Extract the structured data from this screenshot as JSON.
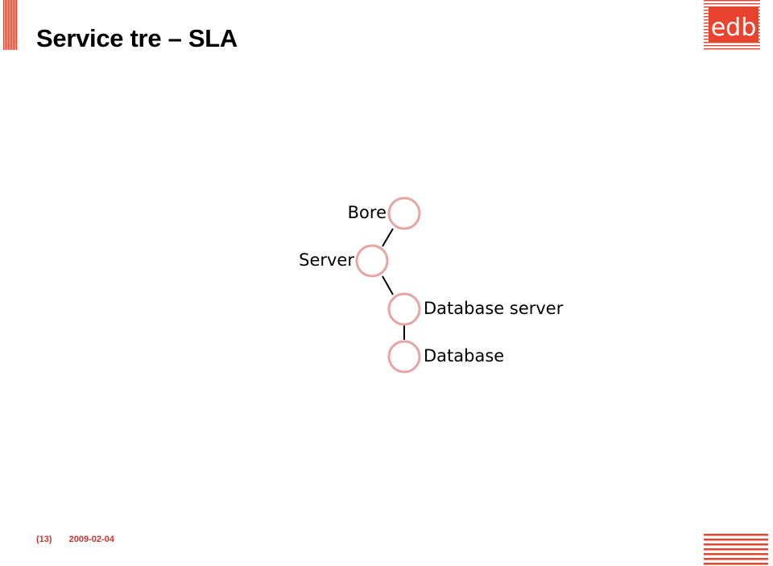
{
  "title": "Service tre – SLA",
  "logo": {
    "text": "edb",
    "color": "#e8432e"
  },
  "accent_color": "#e8432e",
  "node_ring_color": "#e8a3a3",
  "tree": {
    "nodes": [
      {
        "id": "bore",
        "label": "Bore"
      },
      {
        "id": "server",
        "label": "Server"
      },
      {
        "id": "dbserver",
        "label": "Database server"
      },
      {
        "id": "database",
        "label": "Database"
      }
    ],
    "edges": [
      {
        "from": "bore",
        "to": "server"
      },
      {
        "from": "server",
        "to": "dbserver"
      },
      {
        "from": "dbserver",
        "to": "database"
      }
    ]
  },
  "footer": {
    "page": "(13)",
    "date": "2009-02-04"
  }
}
